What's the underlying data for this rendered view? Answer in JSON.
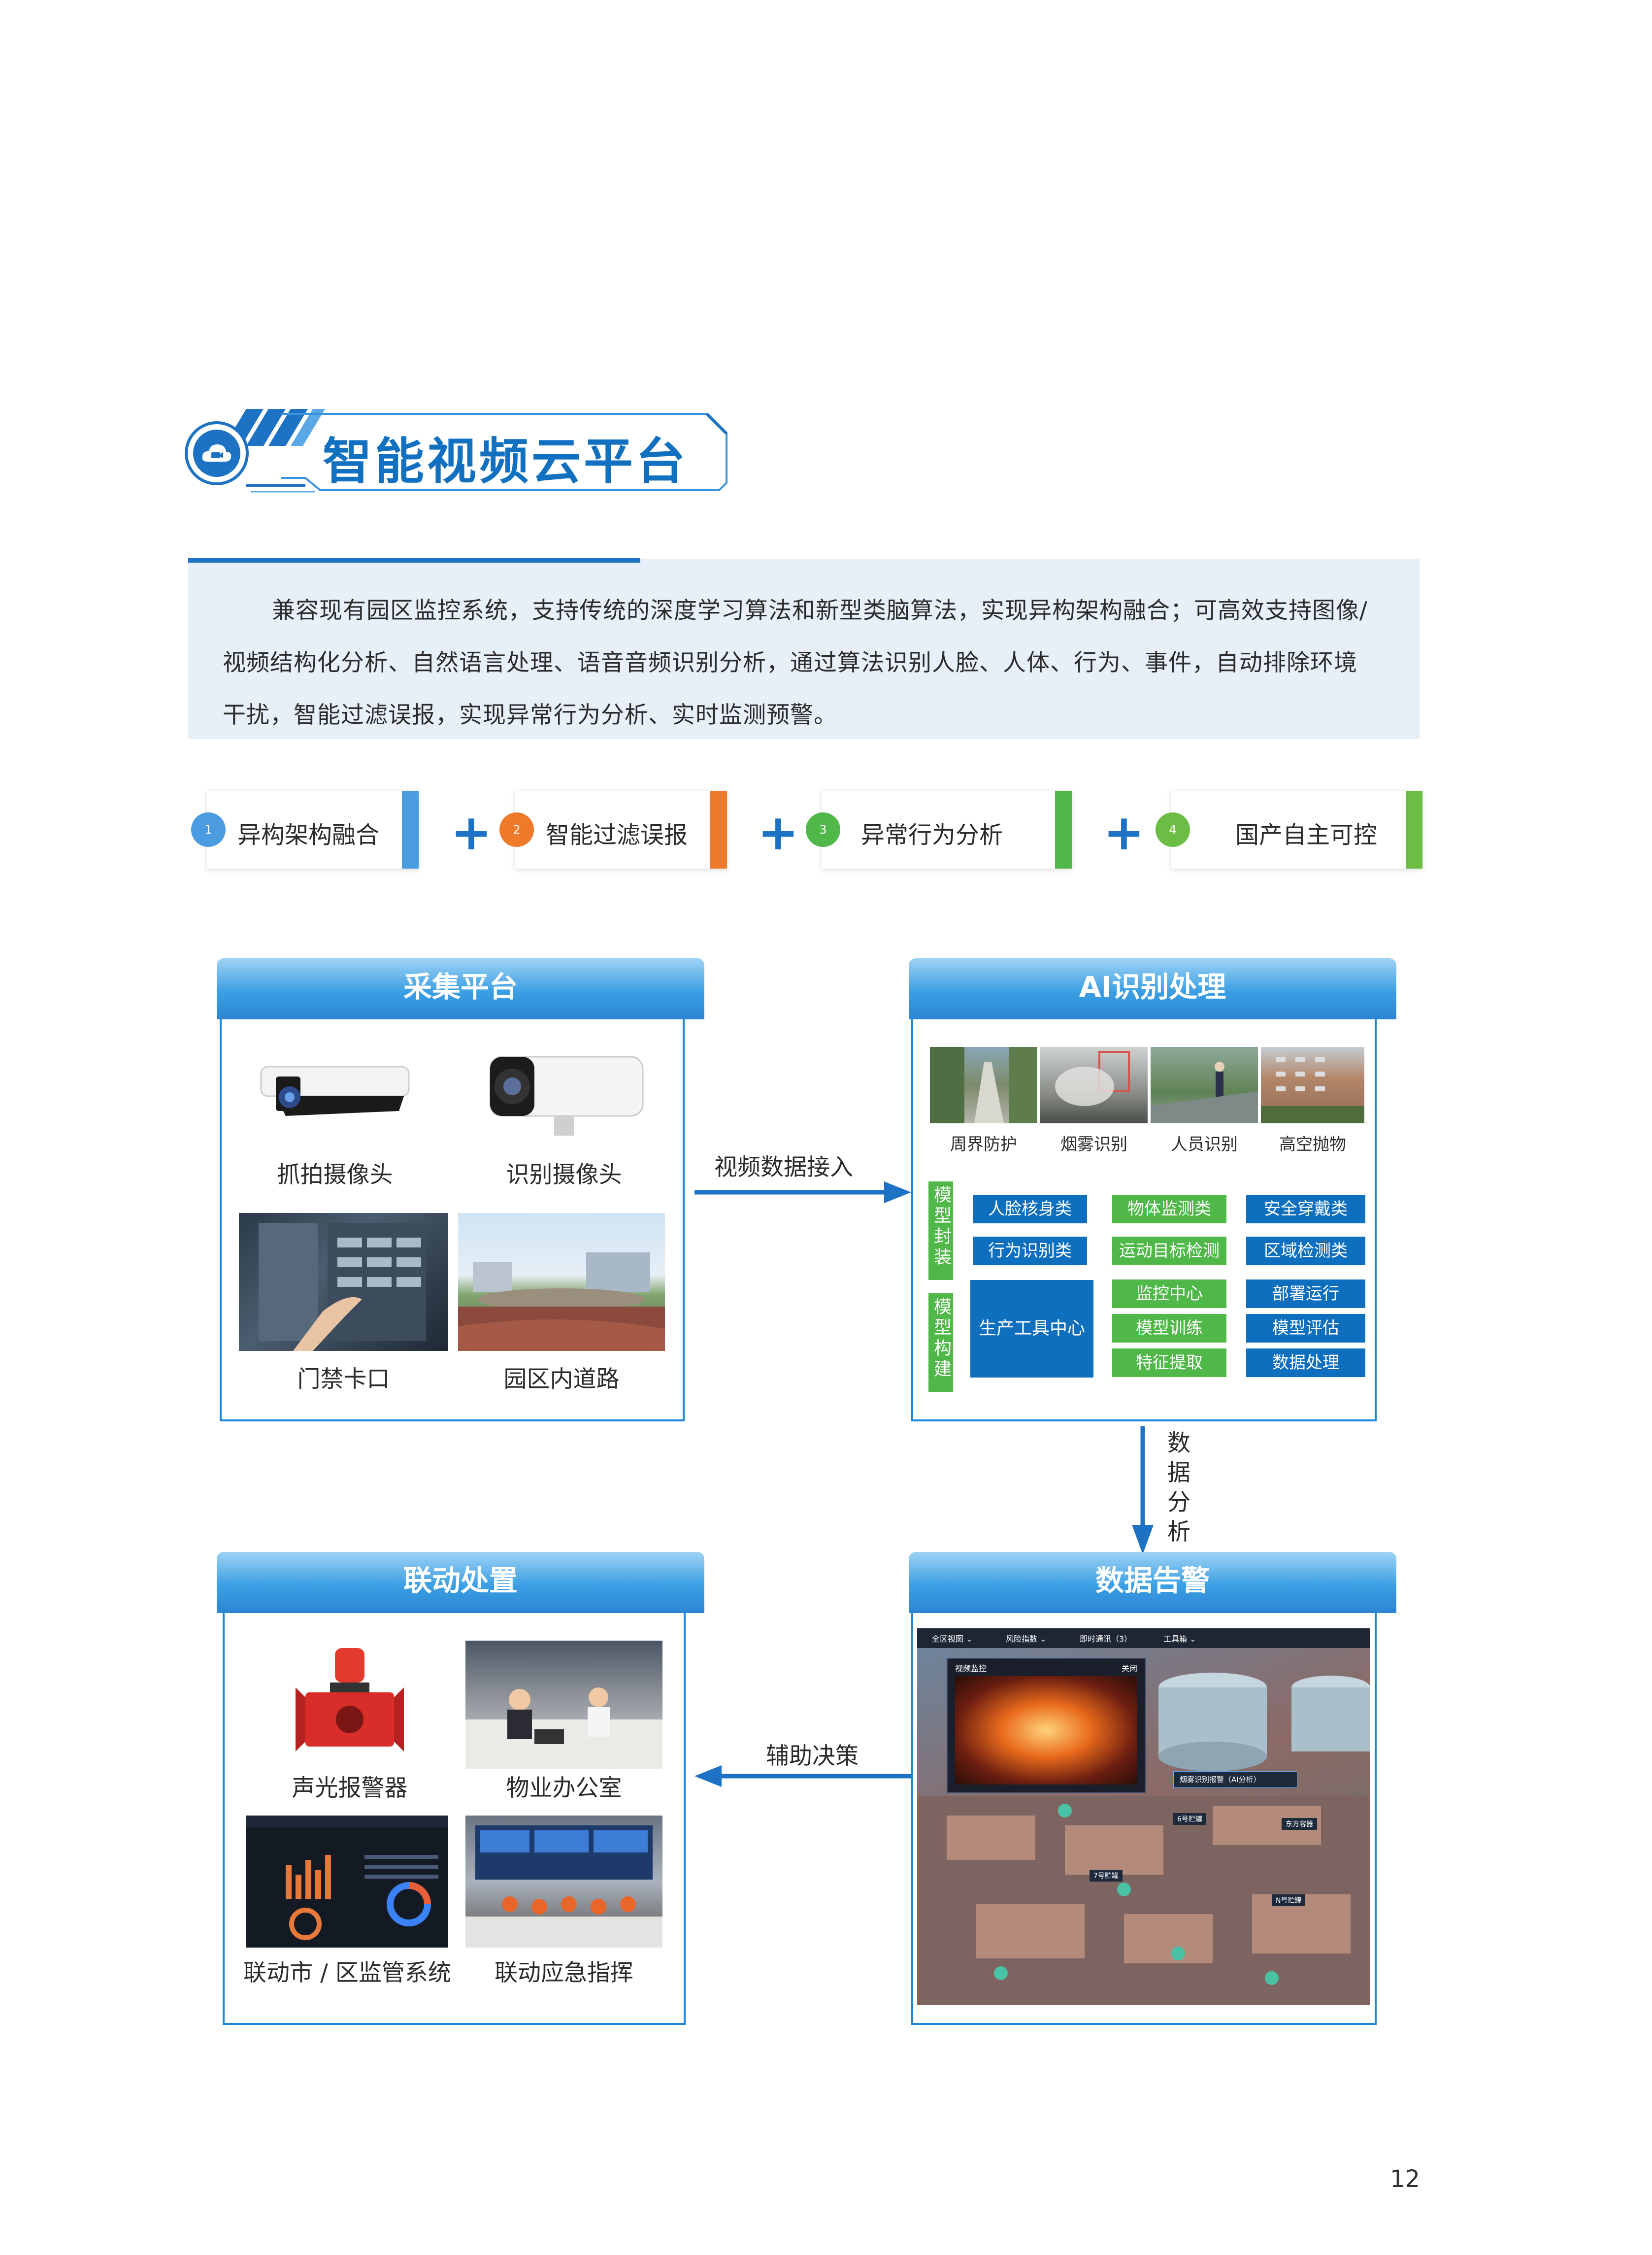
{
  "title": "智能视频云平台",
  "intro": {
    "lines": [
      "兼容现有园区监控系统，支持传统的深度学习算法和新型类脑算法，实现异构架构融合；可高效支持图像/",
      "视频结构化分析、自然语言处理、语音音频识别分析，通过算法识别人脸、人体、行为、事件，自动排除环境",
      "干扰，智能过滤误报，实现异常行为分析、实时监测预警。"
    ]
  },
  "features": [
    {
      "num": "1",
      "label": "异构架构融合",
      "color": "#4a9be0"
    },
    {
      "num": "2",
      "label": "智能过滤误报",
      "color": "#f07a2c"
    },
    {
      "num": "3",
      "label": "异常行为分析",
      "color": "#4fb848"
    },
    {
      "num": "4",
      "label": "国产自主可控",
      "color": "#6cbd45"
    }
  ],
  "plus_symbol": "+",
  "panels": {
    "collect": {
      "title": "采集平台",
      "items": [
        "抓拍摄像头",
        "识别摄像头",
        "门禁卡口",
        "园区内道路"
      ]
    },
    "ai": {
      "title": "AI识别处理",
      "images": [
        "周界防护",
        "烟雾识别",
        "人员识别",
        "高空抛物"
      ],
      "side_tags": [
        "模型封装",
        "模型构建"
      ],
      "row1": [
        "人脸核身类",
        "物体监测类",
        "安全穿戴类"
      ],
      "row2": [
        "行为识别类",
        "运动目标检测",
        "区域检测类"
      ],
      "production": "生产工具中心",
      "center_col": [
        "监控中心",
        "模型训练",
        "特征提取"
      ],
      "right_col": [
        "部署运行",
        "模型评估",
        "数据处理"
      ]
    },
    "alarm": {
      "title": "数据告警",
      "menu": [
        "全区视图 ⌄",
        "风险指数 ⌄",
        "即时通讯（3）",
        "工具箱 ⌄"
      ],
      "video_title": "视频监控",
      "video_close": "关闭",
      "alert_text": "烟雾识别报警（AI分析）",
      "map_labels": [
        "6号贮罐",
        "7号贮罐",
        "N号贮罐",
        "东方容器"
      ]
    },
    "linkage": {
      "title": "联动处置",
      "items": [
        "声光报警器",
        "物业办公室",
        "联动市 / 区监管系统",
        "联动应急指挥"
      ]
    }
  },
  "arrows": {
    "video_in": "视频数据接入",
    "data_analysis": [
      "数",
      "据",
      "分",
      "析"
    ],
    "aux_decision": "辅助决策"
  },
  "page_number": "12",
  "colors": {
    "primary": "#1170c0",
    "panel_border": "#1f86d6",
    "tag_blue": "#0f6fbf",
    "tag_green": "#4fb848"
  }
}
